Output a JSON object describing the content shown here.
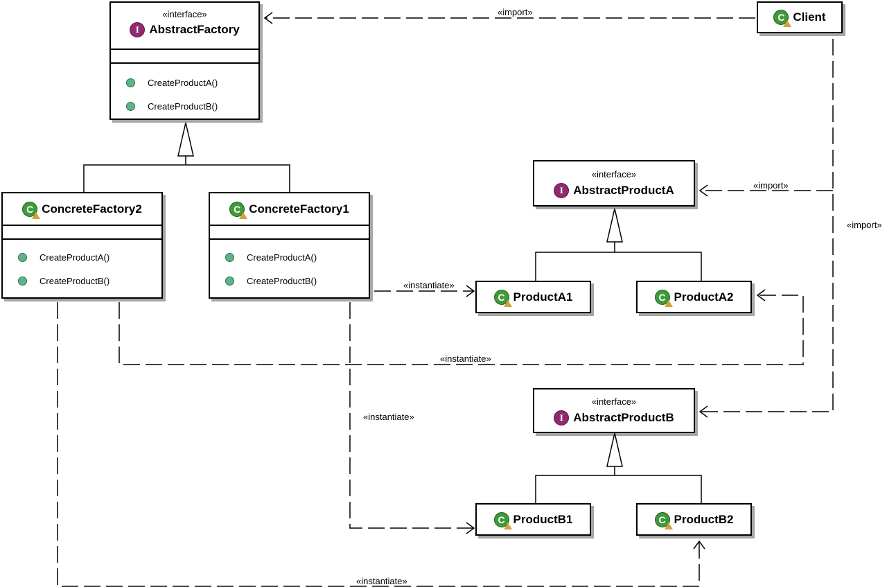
{
  "abstract_factory": {
    "stereotype": "«interface»",
    "icon": "interface-icon",
    "name": "AbstractFactory",
    "methods": [
      "CreateProductA()",
      "CreateProductB()"
    ]
  },
  "client": {
    "icon": "class-icon",
    "name": "Client"
  },
  "concrete_factory_2": {
    "icon": "class-icon",
    "name": "ConcreteFactory2",
    "methods": [
      "CreateProductA()",
      "CreateProductB()"
    ]
  },
  "concrete_factory_1": {
    "icon": "class-icon",
    "name": "ConcreteFactory1",
    "methods": [
      "CreateProductA()",
      "CreateProductB()"
    ]
  },
  "abstract_product_a": {
    "stereotype": "«interface»",
    "icon": "interface-icon",
    "name": "AbstractProductA"
  },
  "product_a1": {
    "icon": "class-icon",
    "name": "ProductA1"
  },
  "product_a2": {
    "icon": "class-icon",
    "name": "ProductA2"
  },
  "abstract_product_b": {
    "stereotype": "«interface»",
    "icon": "interface-icon",
    "name": "AbstractProductB"
  },
  "product_b1": {
    "icon": "class-icon",
    "name": "ProductB1"
  },
  "product_b2": {
    "icon": "class-icon",
    "name": "ProductB2"
  },
  "edge_labels": {
    "import_client_factory": "«import»",
    "import_client_product_a": "«import»",
    "import_client_product_b": "«import»",
    "instantiate_cf1_a1": "«instantiate»",
    "instantiate_cf2_a2": "«instantiate»",
    "instantiate_cf1_b1": "«instantiate»",
    "instantiate_cf2_b2": "«instantiate»"
  }
}
